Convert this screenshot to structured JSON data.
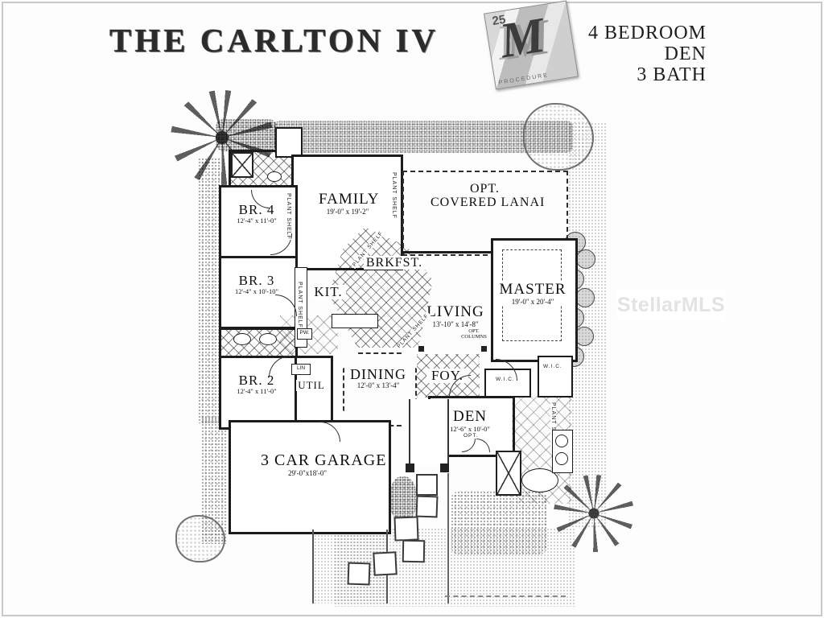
{
  "header": {
    "title": "THE CARLTON IV",
    "spec_lines": [
      "4 BEDROOM",
      "DEN",
      "3 BATH"
    ],
    "logo": {
      "badge_number": "25",
      "monogram": "M",
      "caption": "PROCEDURE"
    }
  },
  "watermark": "StellarMLS",
  "rooms": {
    "family": {
      "name": "FAMILY",
      "dims": "19'-0\" x 19'-2\""
    },
    "lanai": {
      "line1": "OPT.",
      "line2": "COVERED LANAI"
    },
    "br4": {
      "name": "BR. 4",
      "dims": "12'-4\" x 11'-0\""
    },
    "br3": {
      "name": "BR. 3",
      "dims": "12'-4\" x 10'-10\""
    },
    "br2": {
      "name": "BR. 2",
      "dims": "12'-4\" x 11'-0\""
    },
    "kitchen": {
      "name": "KIT."
    },
    "breakfast": {
      "name": "BRKFST."
    },
    "living": {
      "name": "LIVING",
      "dims": "13'-10\" x 14'-8\""
    },
    "master": {
      "name": "MASTER",
      "dims": "19'-0\" x 20'-4\""
    },
    "dining": {
      "name": "DINING",
      "dims": "12'-0\" x 13'-4\""
    },
    "utility": {
      "name": "UTIL"
    },
    "foyer": {
      "name": "FOY."
    },
    "den": {
      "name": "DEN",
      "dims": "12'-6\" x 10'-0\"",
      "opt": "OPT."
    },
    "garage": {
      "name": "3 CAR GARAGE",
      "dims": "29'-0\"x18'-0\""
    },
    "wic": {
      "name": "W.I.C."
    },
    "linen": {
      "name": "LIN"
    },
    "powder": {
      "name": "PW."
    },
    "opt_columns": {
      "line1": "OPT.",
      "line2": "COLUMNS"
    },
    "plant_shelf": {
      "name": "PLANT SHELF"
    }
  }
}
